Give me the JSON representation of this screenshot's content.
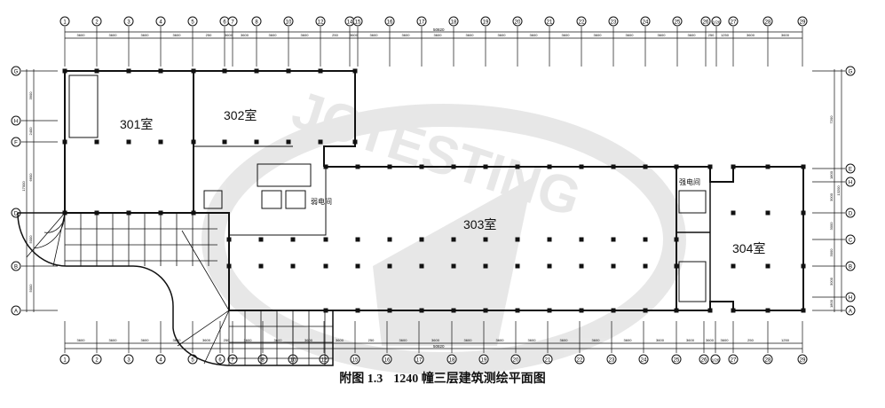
{
  "watermark": "JCTESTING",
  "caption": {
    "figure_no": "附图 1.3",
    "title": "1240 幢三层建筑测绘平面图"
  },
  "rooms": {
    "r301": "301室",
    "r302": "302室",
    "r303": "303室",
    "r304": "304室",
    "weak_room": "弱电间",
    "strong_room": "强电间"
  },
  "axes": {
    "top_labels": [
      "1",
      "2",
      "3",
      "4",
      "5",
      "6",
      "7",
      "8",
      "10",
      "12",
      "14",
      "15",
      "16",
      "17",
      "18",
      "19",
      "20",
      "21",
      "22",
      "23",
      "24",
      "25",
      "26",
      "1/26",
      "27",
      "28",
      "29"
    ],
    "top_dims": [
      "3600",
      "3600",
      "3600",
      "3600",
      "3600",
      "250",
      "3600",
      "3600",
      "3600",
      "3600",
      "250",
      "3600",
      "3600",
      "3600",
      "3600",
      "3600",
      "3600",
      "3600",
      "3600",
      "3600",
      "3600",
      "3600",
      "3600",
      "250",
      "1250",
      "3600",
      "3600"
    ],
    "total_dim": "50820",
    "left_labels": [
      "G",
      "H",
      "F",
      "D",
      "B",
      "A"
    ],
    "left_dims": [
      "3900",
      "2400",
      "6600",
      "5000",
      "5000"
    ],
    "left_total": "17000",
    "right_labels": [
      "G",
      "E",
      "H",
      "D",
      "C",
      "B",
      "H",
      "A"
    ],
    "right_dims": [
      "7200",
      "1800",
      "3000",
      "3000",
      "3000",
      "3000",
      "1800"
    ],
    "right_total": "13200",
    "bottom_labels": [
      "1",
      "2",
      "3",
      "4",
      "5",
      "6",
      "7",
      "8",
      "10",
      "12",
      "15",
      "16",
      "17",
      "18",
      "19",
      "20",
      "21",
      "22",
      "23",
      "24",
      "25",
      "26",
      "1/26",
      "27",
      "28",
      "29"
    ]
  }
}
